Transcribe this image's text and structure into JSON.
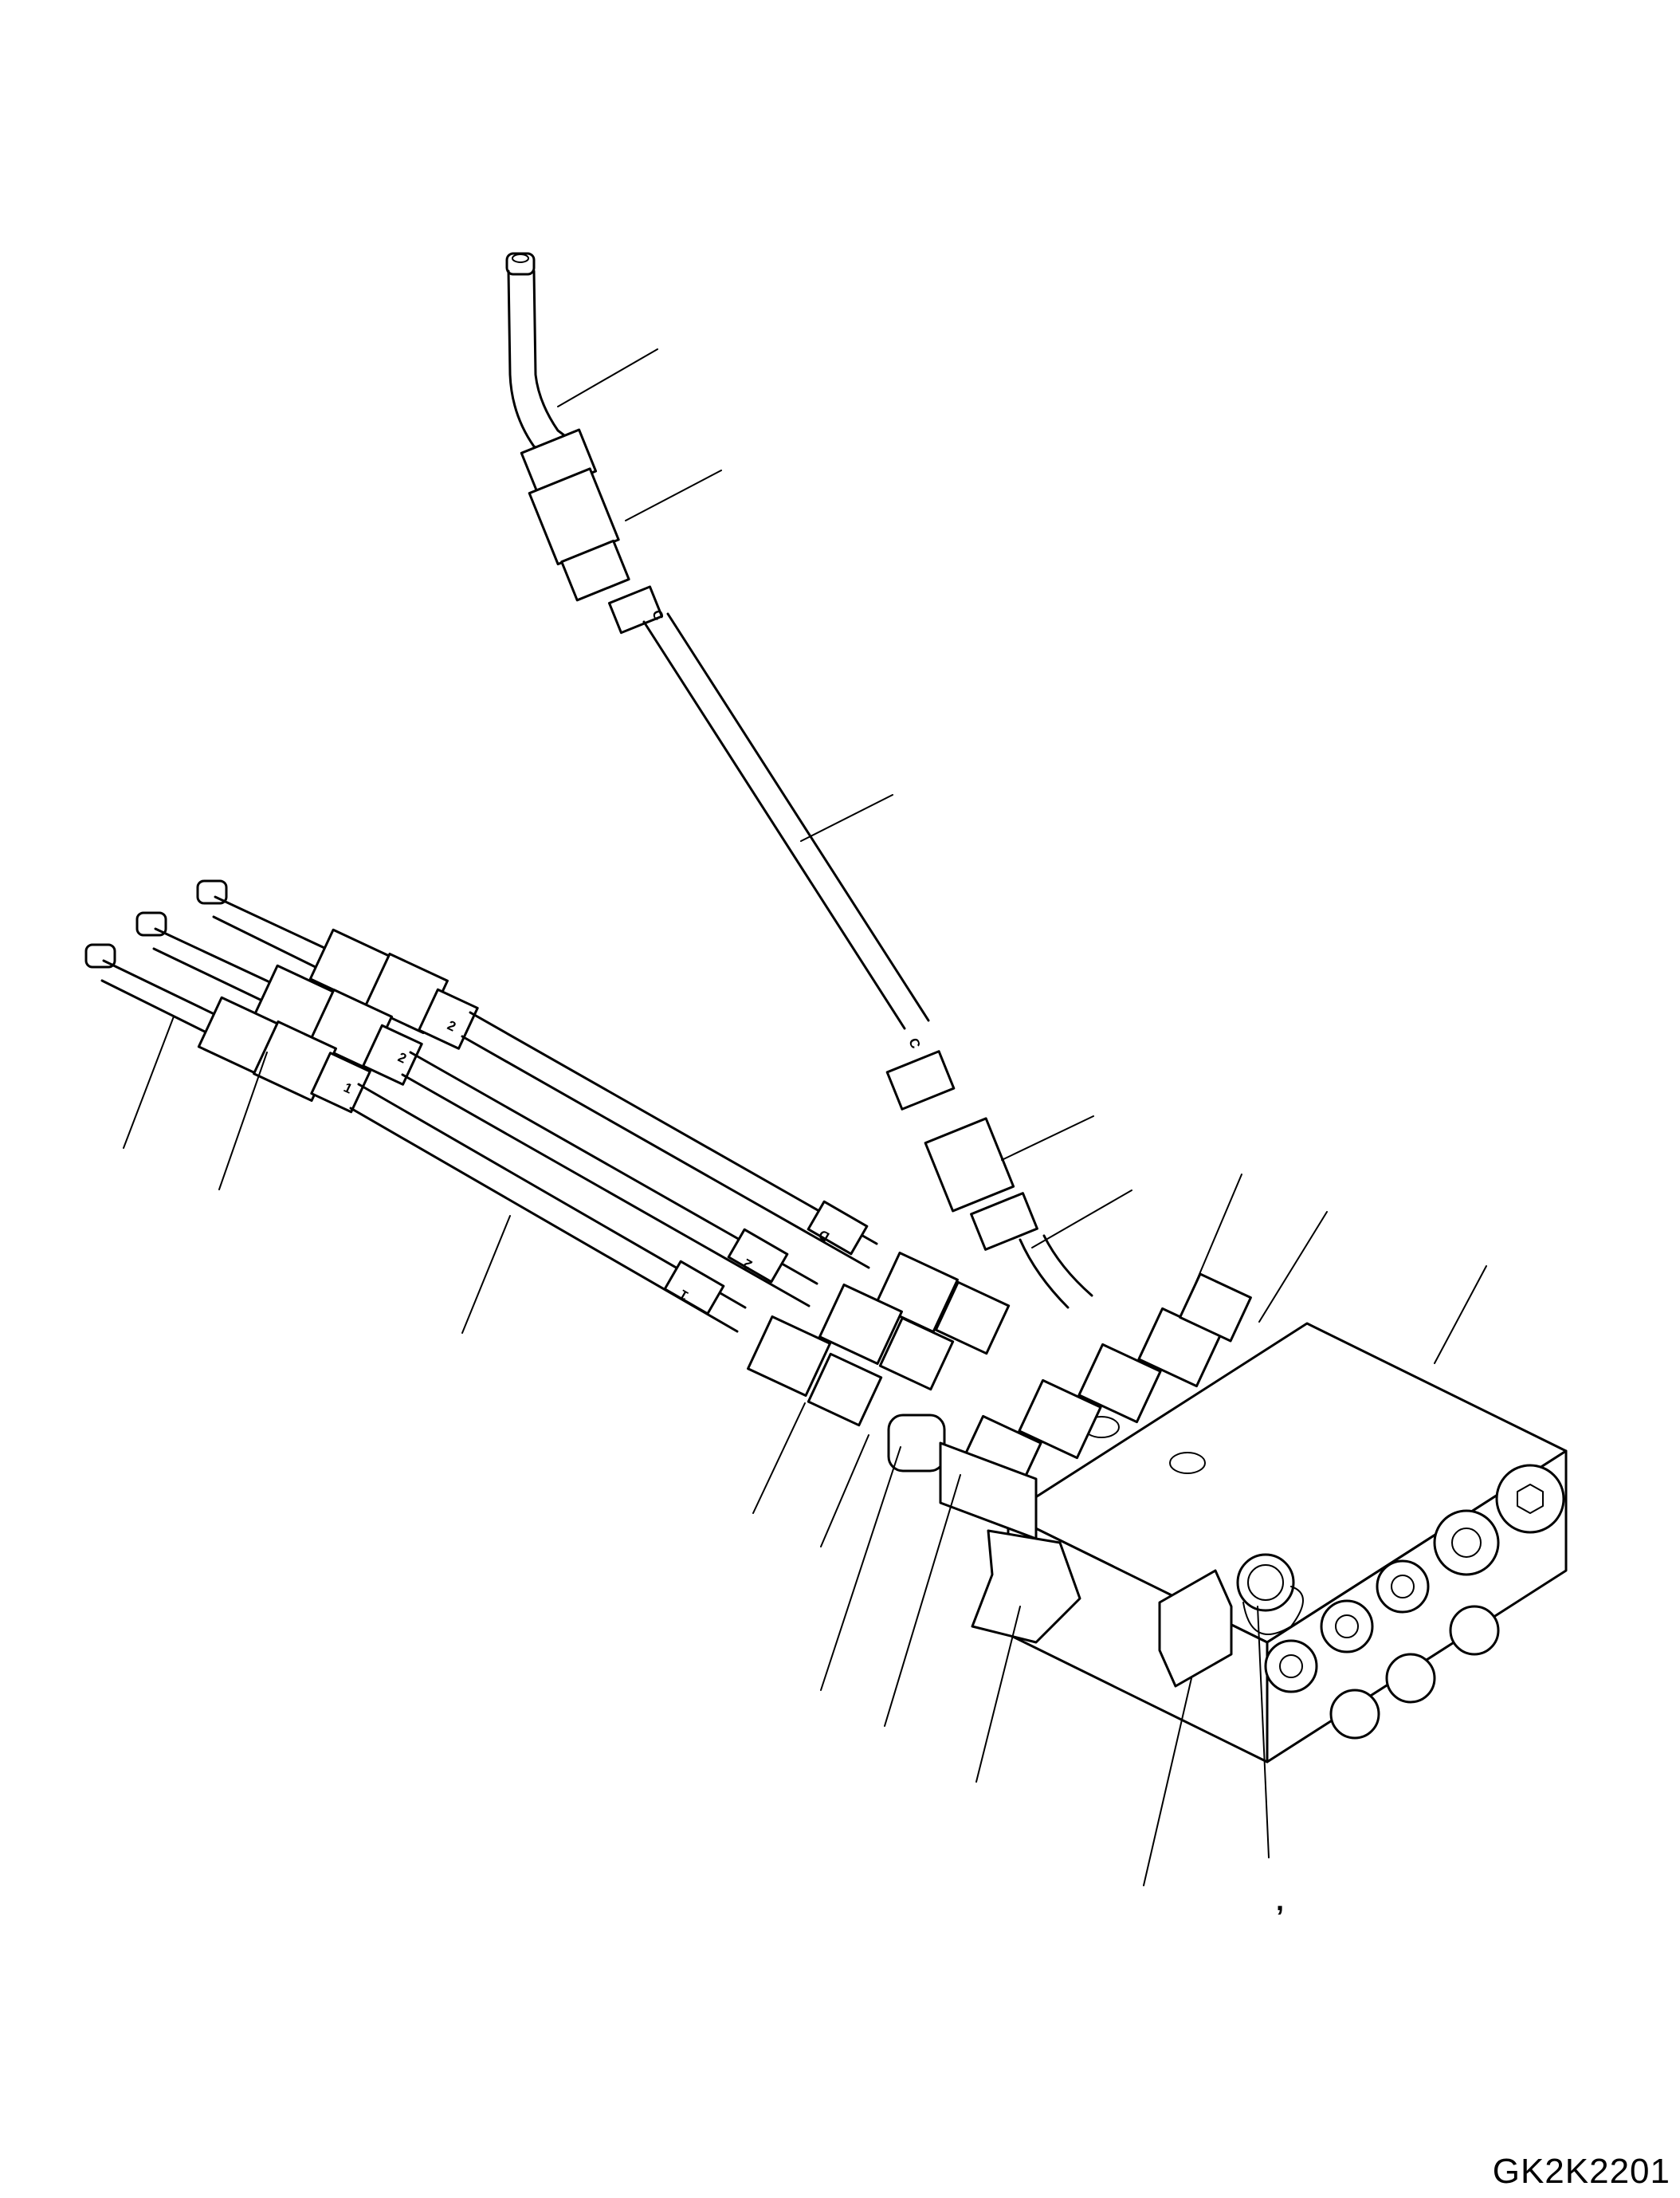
{
  "drawing": {
    "reference_code": "GK2K2201",
    "stray_mark": ",",
    "hose_tags": [
      "C",
      "C",
      "1",
      "1",
      "2",
      "2",
      "2",
      "D"
    ]
  }
}
